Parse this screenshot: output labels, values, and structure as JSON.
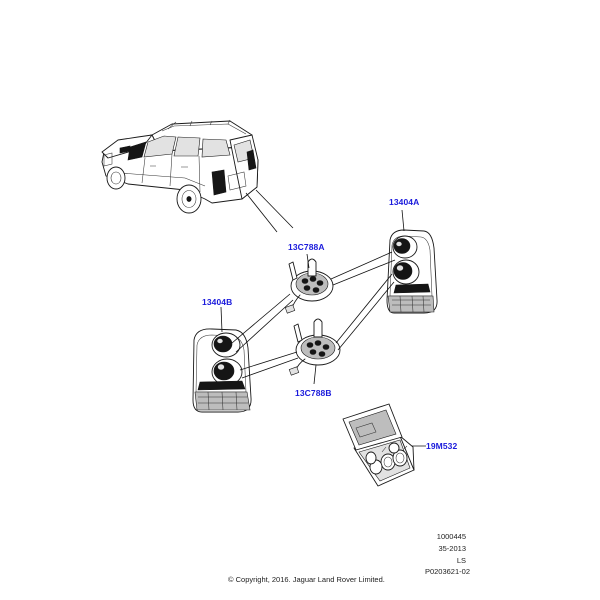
{
  "parts": {
    "lamp_rh": {
      "number": "13404A"
    },
    "lamp_lh": {
      "number": "13404B"
    },
    "holder_upper": {
      "number": "13C788A"
    },
    "holder_lower": {
      "number": "13C788B"
    },
    "bulb_kit": {
      "number": "19M532"
    }
  },
  "footer": {
    "ref_number": "1000445",
    "date_code": "35-2013",
    "region": "LS",
    "illustration_id": "P0203621-02",
    "copyright": "© Copyright, 2016. Jaguar Land Rover Limited."
  }
}
